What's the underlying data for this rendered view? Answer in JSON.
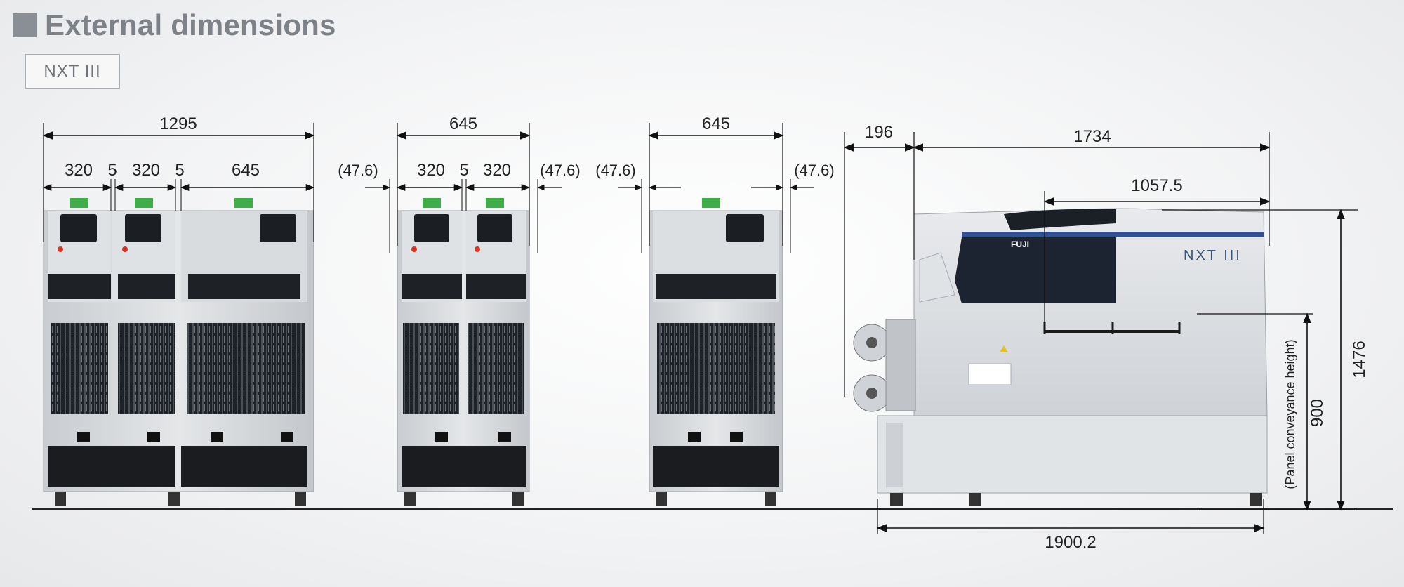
{
  "header": {
    "title": "External dimensions"
  },
  "model_tag": "NXT III",
  "dimensions": {
    "unit1_total": "1295",
    "unit1_m1": "320",
    "unit1_gap1": "5",
    "unit1_m2": "320",
    "unit1_gap2": "5",
    "unit1_m3": "645",
    "unit2_total": "645",
    "unit2_left_offset": "(47.6)",
    "unit2_m1": "320",
    "unit2_gap": "5",
    "unit2_m2": "320",
    "unit2_right_offset": "(47.6)",
    "unit3_total": "645",
    "unit3_left_offset": "(47.6)",
    "unit3_right_offset": "(47.6)",
    "side_front": "196",
    "side_depth": "1734",
    "side_conveyor": "1057.5",
    "side_height": "1476",
    "side_conveyance_height": "900",
    "side_conveyance_label": "(Panel conveyance height)",
    "side_base": "1900.2"
  },
  "machine": {
    "brand": "FUJI",
    "model_logo": "NXT III"
  },
  "colors": {
    "frame": "#d3d6da",
    "dark": "#1c1f24",
    "accent_blue": "#2f4f8f",
    "screen_green": "#3fae49"
  }
}
